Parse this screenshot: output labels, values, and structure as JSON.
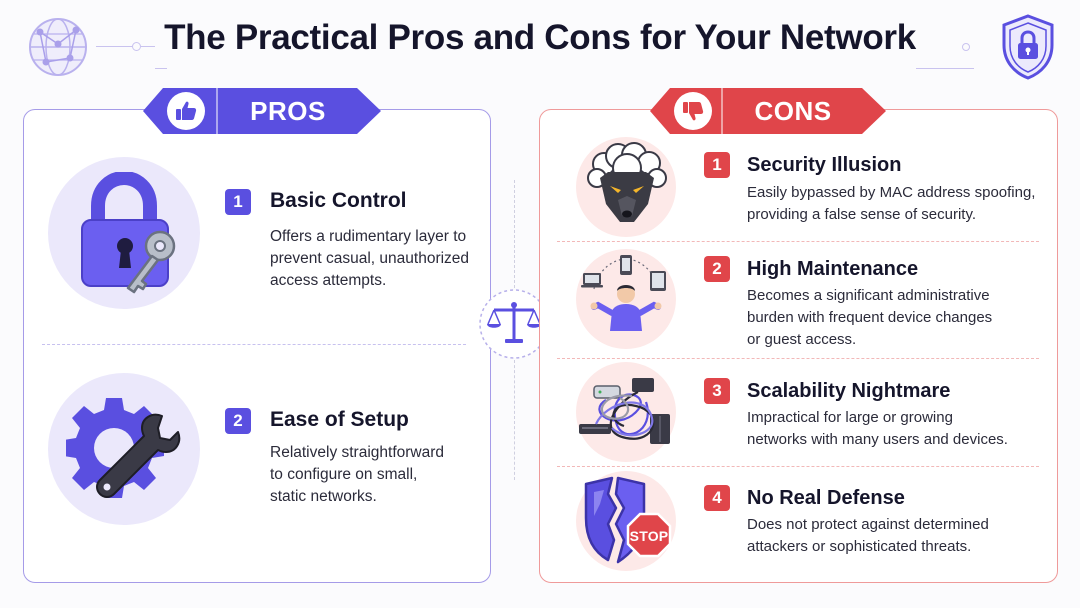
{
  "title": "The Practical Pros and Cons for Your Network",
  "colors": {
    "pros_accent": "#5a4fe0",
    "cons_accent": "#e0454a",
    "pros_light": "#ebe8fb",
    "cons_light": "#fde9e8"
  },
  "icons": {
    "header_left": "network-globe-icon",
    "header_right": "shield-lock-icon",
    "center": "balance-scale-icon",
    "pros_header": "thumbs-up-icon",
    "cons_header": "thumbs-down-icon"
  },
  "pros": {
    "label": "PROS",
    "items": [
      {
        "number": "1",
        "title": "Basic Control",
        "icon": "padlock-key-icon",
        "desc": [
          "Offers a rudimentary layer to",
          "prevent casual, unauthorized",
          "access attempts."
        ]
      },
      {
        "number": "2",
        "title": "Ease of Setup",
        "icon": "gear-wrench-icon",
        "desc": [
          "Relatively straightforward",
          "to configure on small,",
          "static networks."
        ]
      }
    ]
  },
  "cons": {
    "label": "CONS",
    "items": [
      {
        "number": "1",
        "title": "Security Illusion",
        "icon": "wolf-in-sheep-clothing-icon",
        "desc": [
          "Easily bypassed by MAC address spoofing,",
          "providing a false sense of security."
        ]
      },
      {
        "number": "2",
        "title": "High Maintenance",
        "icon": "juggling-devices-icon",
        "desc": [
          "Becomes a significant administrative",
          "burden with frequent device changes",
          "or guest access."
        ]
      },
      {
        "number": "3",
        "title": "Scalability Nightmare",
        "icon": "tangled-cables-icon",
        "desc": [
          "Impractical for large or growing",
          "networks with many users and devices."
        ]
      },
      {
        "number": "4",
        "title": "No Real Defense",
        "icon": "broken-shield-stop-icon",
        "stop_text": "STOP",
        "desc": [
          "Does not protect against determined",
          "attackers or sophisticated threats."
        ]
      }
    ]
  }
}
